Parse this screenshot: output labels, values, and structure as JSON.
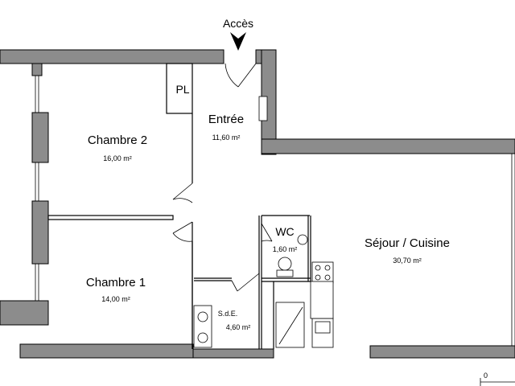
{
  "access_label": "Accès",
  "rooms": {
    "chambre2": {
      "name": "Chambre 2",
      "area": "16,00 m²"
    },
    "chambre1": {
      "name": "Chambre 1",
      "area": "14,00 m²"
    },
    "entree": {
      "name": "Entrée",
      "area": "11,60 m²"
    },
    "pl": {
      "name": "PL"
    },
    "wc": {
      "name": "WC",
      "area": "1,60 m²"
    },
    "sde": {
      "name": "S.d.E.",
      "area": "4,60 m²"
    },
    "sejour": {
      "name": "Séjour / Cuisine",
      "area": "30,70 m²"
    }
  },
  "scale_label": "0",
  "colors": {
    "wall": "#8c8c8c",
    "line": "#000000",
    "background": "#ffffff"
  }
}
